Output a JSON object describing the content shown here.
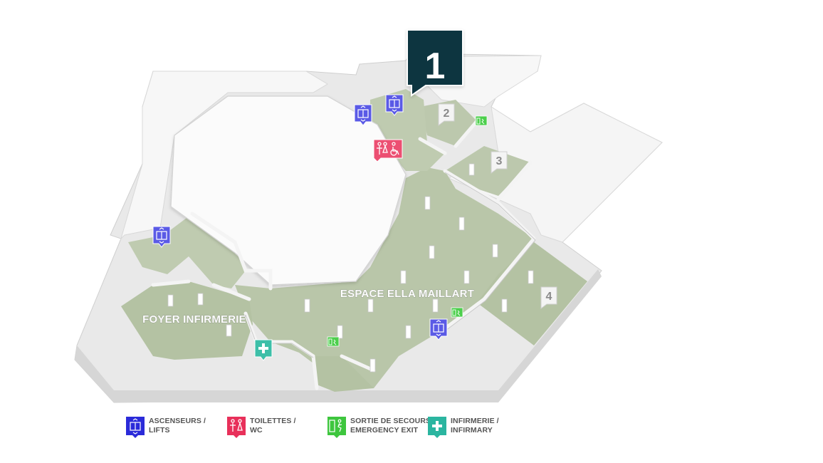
{
  "floor": {
    "number": "1"
  },
  "rooms": {
    "main_hall": "ESPACE ELLA MAILLART",
    "foyer": "FOYER INFIRMERIE",
    "room_2": "2",
    "room_3": "3",
    "room_4": "4"
  },
  "legend": [
    {
      "icon": "lift-icon",
      "color": "#2b2bd9",
      "line1": "ASCENSEURS /",
      "line2": "LIFTS"
    },
    {
      "icon": "toilet-icon",
      "color": "#e8305a",
      "line1": "TOILETTES /",
      "line2": "WC"
    },
    {
      "icon": "emergency-exit-icon",
      "color": "#3ec63e",
      "line1": "SORTIE DE SECOURS /",
      "line2": "EMERGENCY EXIT"
    },
    {
      "icon": "infirmary-icon",
      "color": "#2bb5a0",
      "line1": "INFIRMERIE /",
      "line2": "INFIRMARY"
    }
  ],
  "colors": {
    "floor": "#b9c6a9",
    "walls": "#f2f2f2",
    "badge": "#0e3440",
    "lift": "#5a5ae6",
    "toilet": "#ec4f72",
    "exit": "#4ccf4c",
    "infirmary": "#3dbfa8"
  }
}
